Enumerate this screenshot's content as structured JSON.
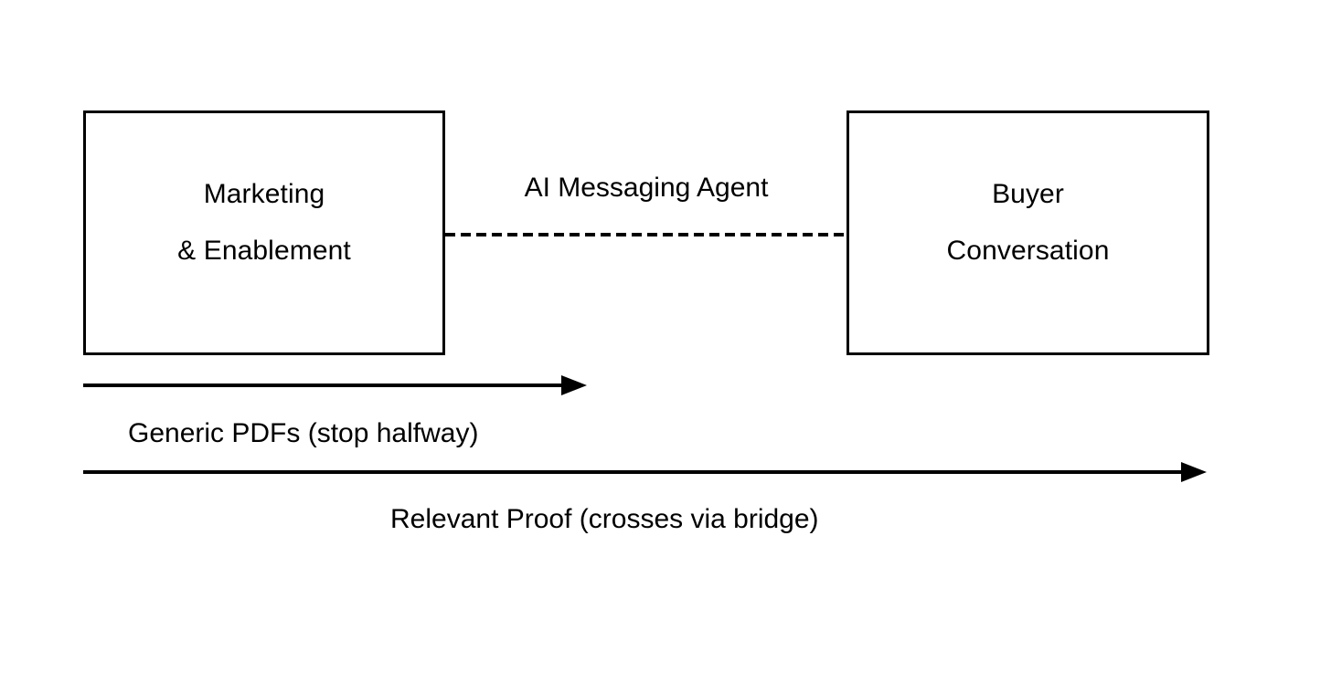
{
  "diagram": {
    "background_color": "#ffffff",
    "stroke_color": "#000000",
    "nodes": [
      {
        "id": "marketing-enablement",
        "line1": "Marketing",
        "line2": "& Enablement"
      },
      {
        "id": "buyer-conversation",
        "line1": "Buyer",
        "line2": "Conversation"
      }
    ],
    "connector": {
      "id": "ai-messaging-agent",
      "label": "AI Messaging Agent",
      "style": "dashed"
    },
    "flows": [
      {
        "id": "generic-pdfs",
        "caption": "Generic PDFs (stop halfway)",
        "style": "solid-arrow",
        "reaches": "halfway"
      },
      {
        "id": "relevant-proof",
        "caption": "Relevant Proof (crosses via bridge)",
        "style": "solid-arrow",
        "reaches": "full"
      }
    ]
  }
}
